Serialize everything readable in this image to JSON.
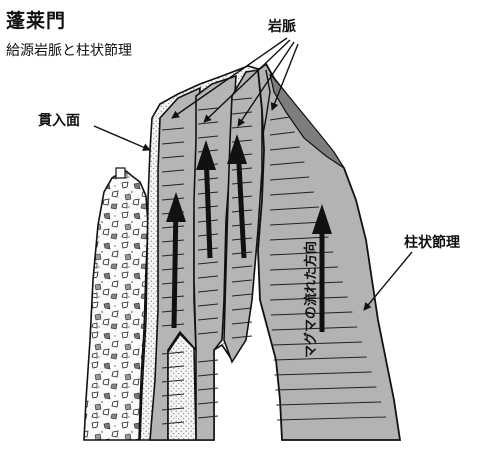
{
  "title": "蓬莱門",
  "subtitle": "給源岩脈と柱状節理",
  "labels": {
    "dike": "岩脈",
    "intrusion_surface": "貫入面",
    "columnar_joint": "柱状節理",
    "magma_flow": "マグマの流れた方向"
  },
  "colors": {
    "rock_gray": "#b3b3b3",
    "dark_gray": "#7d7d7d",
    "stipple_bg": "#f2f2f2",
    "line": "#111111"
  }
}
